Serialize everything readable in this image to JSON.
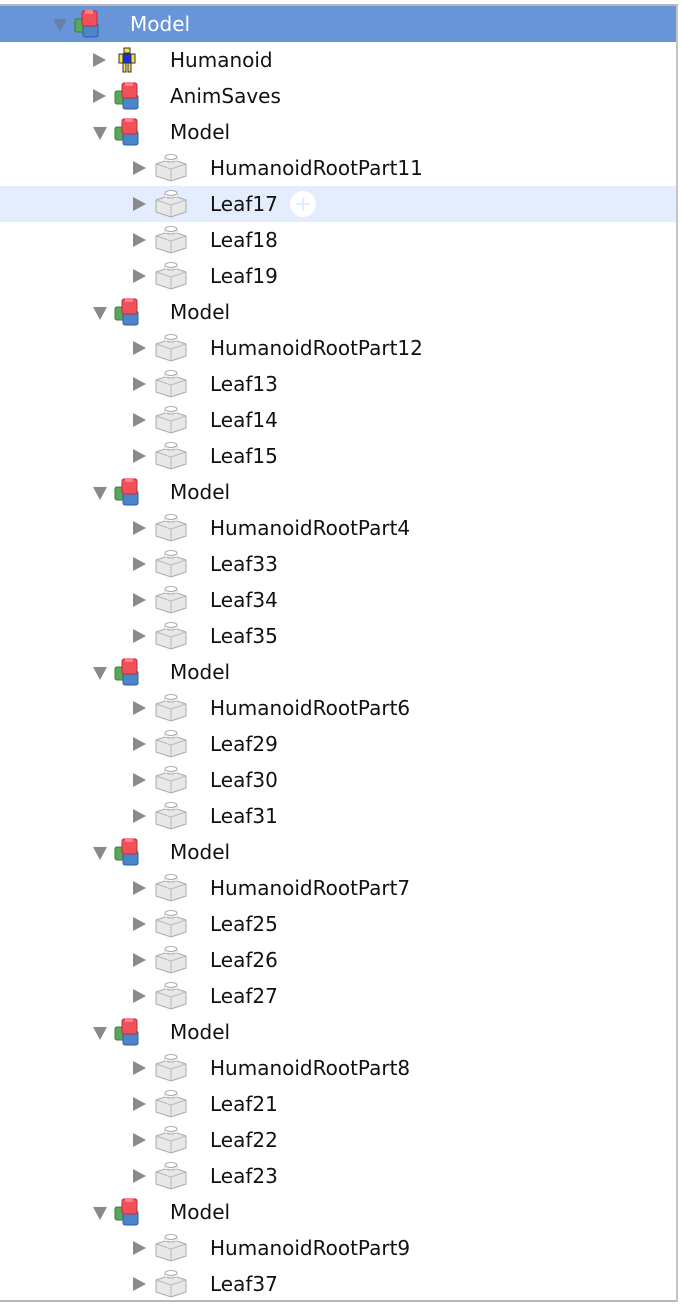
{
  "colors": {
    "selected": "#6894d8",
    "hover": "#e3edfd"
  },
  "rows": [
    {
      "depth": 0,
      "state": "expanded",
      "icon": "model-icon",
      "label": "Model",
      "selected": true
    },
    {
      "depth": 1,
      "state": "collapsed",
      "icon": "humanoid-icon",
      "label": "Humanoid"
    },
    {
      "depth": 1,
      "state": "collapsed",
      "icon": "model-icon",
      "label": "AnimSaves"
    },
    {
      "depth": 1,
      "state": "expanded",
      "icon": "model-icon",
      "label": "Model"
    },
    {
      "depth": 2,
      "state": "collapsed",
      "icon": "part-icon",
      "label": "HumanoidRootPart11"
    },
    {
      "depth": 2,
      "state": "collapsed",
      "icon": "part-icon",
      "label": "Leaf17",
      "hover": true
    },
    {
      "depth": 2,
      "state": "collapsed",
      "icon": "part-icon",
      "label": "Leaf18"
    },
    {
      "depth": 2,
      "state": "collapsed",
      "icon": "part-icon",
      "label": "Leaf19"
    },
    {
      "depth": 1,
      "state": "expanded",
      "icon": "model-icon",
      "label": "Model"
    },
    {
      "depth": 2,
      "state": "collapsed",
      "icon": "part-icon",
      "label": "HumanoidRootPart12"
    },
    {
      "depth": 2,
      "state": "collapsed",
      "icon": "part-icon",
      "label": "Leaf13"
    },
    {
      "depth": 2,
      "state": "collapsed",
      "icon": "part-icon",
      "label": "Leaf14"
    },
    {
      "depth": 2,
      "state": "collapsed",
      "icon": "part-icon",
      "label": "Leaf15"
    },
    {
      "depth": 1,
      "state": "expanded",
      "icon": "model-icon",
      "label": "Model"
    },
    {
      "depth": 2,
      "state": "collapsed",
      "icon": "part-icon",
      "label": "HumanoidRootPart4"
    },
    {
      "depth": 2,
      "state": "collapsed",
      "icon": "part-icon",
      "label": "Leaf33"
    },
    {
      "depth": 2,
      "state": "collapsed",
      "icon": "part-icon",
      "label": "Leaf34"
    },
    {
      "depth": 2,
      "state": "collapsed",
      "icon": "part-icon",
      "label": "Leaf35"
    },
    {
      "depth": 1,
      "state": "expanded",
      "icon": "model-icon",
      "label": "Model"
    },
    {
      "depth": 2,
      "state": "collapsed",
      "icon": "part-icon",
      "label": "HumanoidRootPart6"
    },
    {
      "depth": 2,
      "state": "collapsed",
      "icon": "part-icon",
      "label": "Leaf29"
    },
    {
      "depth": 2,
      "state": "collapsed",
      "icon": "part-icon",
      "label": "Leaf30"
    },
    {
      "depth": 2,
      "state": "collapsed",
      "icon": "part-icon",
      "label": "Leaf31"
    },
    {
      "depth": 1,
      "state": "expanded",
      "icon": "model-icon",
      "label": "Model"
    },
    {
      "depth": 2,
      "state": "collapsed",
      "icon": "part-icon",
      "label": "HumanoidRootPart7"
    },
    {
      "depth": 2,
      "state": "collapsed",
      "icon": "part-icon",
      "label": "Leaf25"
    },
    {
      "depth": 2,
      "state": "collapsed",
      "icon": "part-icon",
      "label": "Leaf26"
    },
    {
      "depth": 2,
      "state": "collapsed",
      "icon": "part-icon",
      "label": "Leaf27"
    },
    {
      "depth": 1,
      "state": "expanded",
      "icon": "model-icon",
      "label": "Model"
    },
    {
      "depth": 2,
      "state": "collapsed",
      "icon": "part-icon",
      "label": "HumanoidRootPart8"
    },
    {
      "depth": 2,
      "state": "collapsed",
      "icon": "part-icon",
      "label": "Leaf21"
    },
    {
      "depth": 2,
      "state": "collapsed",
      "icon": "part-icon",
      "label": "Leaf22"
    },
    {
      "depth": 2,
      "state": "collapsed",
      "icon": "part-icon",
      "label": "Leaf23"
    },
    {
      "depth": 1,
      "state": "expanded",
      "icon": "model-icon",
      "label": "Model"
    },
    {
      "depth": 2,
      "state": "collapsed",
      "icon": "part-icon",
      "label": "HumanoidRootPart9"
    },
    {
      "depth": 2,
      "state": "collapsed",
      "icon": "part-icon",
      "label": "Leaf37"
    }
  ]
}
